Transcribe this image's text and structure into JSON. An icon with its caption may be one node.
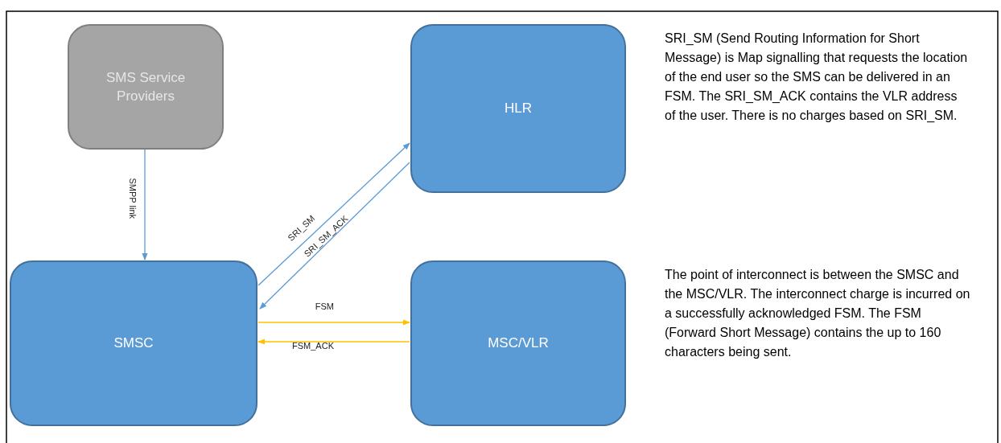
{
  "diagram": {
    "nodes": [
      {
        "text": [
          "SMS Service Providers"
        ]
      },
      {
        "text": [
          "HLR"
        ]
      },
      {
        "text": [
          "SMSC"
        ]
      },
      {
        "text": [
          "MSC/VLR"
        ]
      }
    ],
    "edges": [
      {
        "from": 0,
        "to": 2,
        "arrow": "to",
        "label": "SMPP link"
      },
      {
        "from": 2,
        "to": 1,
        "arrow": "to",
        "label": "SRI_SM"
      },
      {
        "from": 1,
        "to": 2,
        "arrow": "to",
        "label": "SRI_SM_ACK"
      },
      {
        "from": 2,
        "to": 3,
        "arrow": "to",
        "label": "FSM",
        "color": "#ffc000"
      },
      {
        "from": 3,
        "to": 2,
        "arrow": "to",
        "label": "FSM_ACK",
        "color": "#ffc000"
      }
    ],
    "labels": [
      "SRI_SM (Send Routing Information for Short Message) is Map signalling that requests the location of the end user so the SMS can be delivered in an FSM. The SRI_SM_ACK contains the VLR address of the user. There is no charges based on SRI_SM.",
      "The point of interconnect is between the SMSC and the MSC/VLR. The interconnect charge is incurred on a successfully acknowledged FSM. The FSM (Forward Short Message) contains the up to 160 characters being sent."
    ]
  }
}
